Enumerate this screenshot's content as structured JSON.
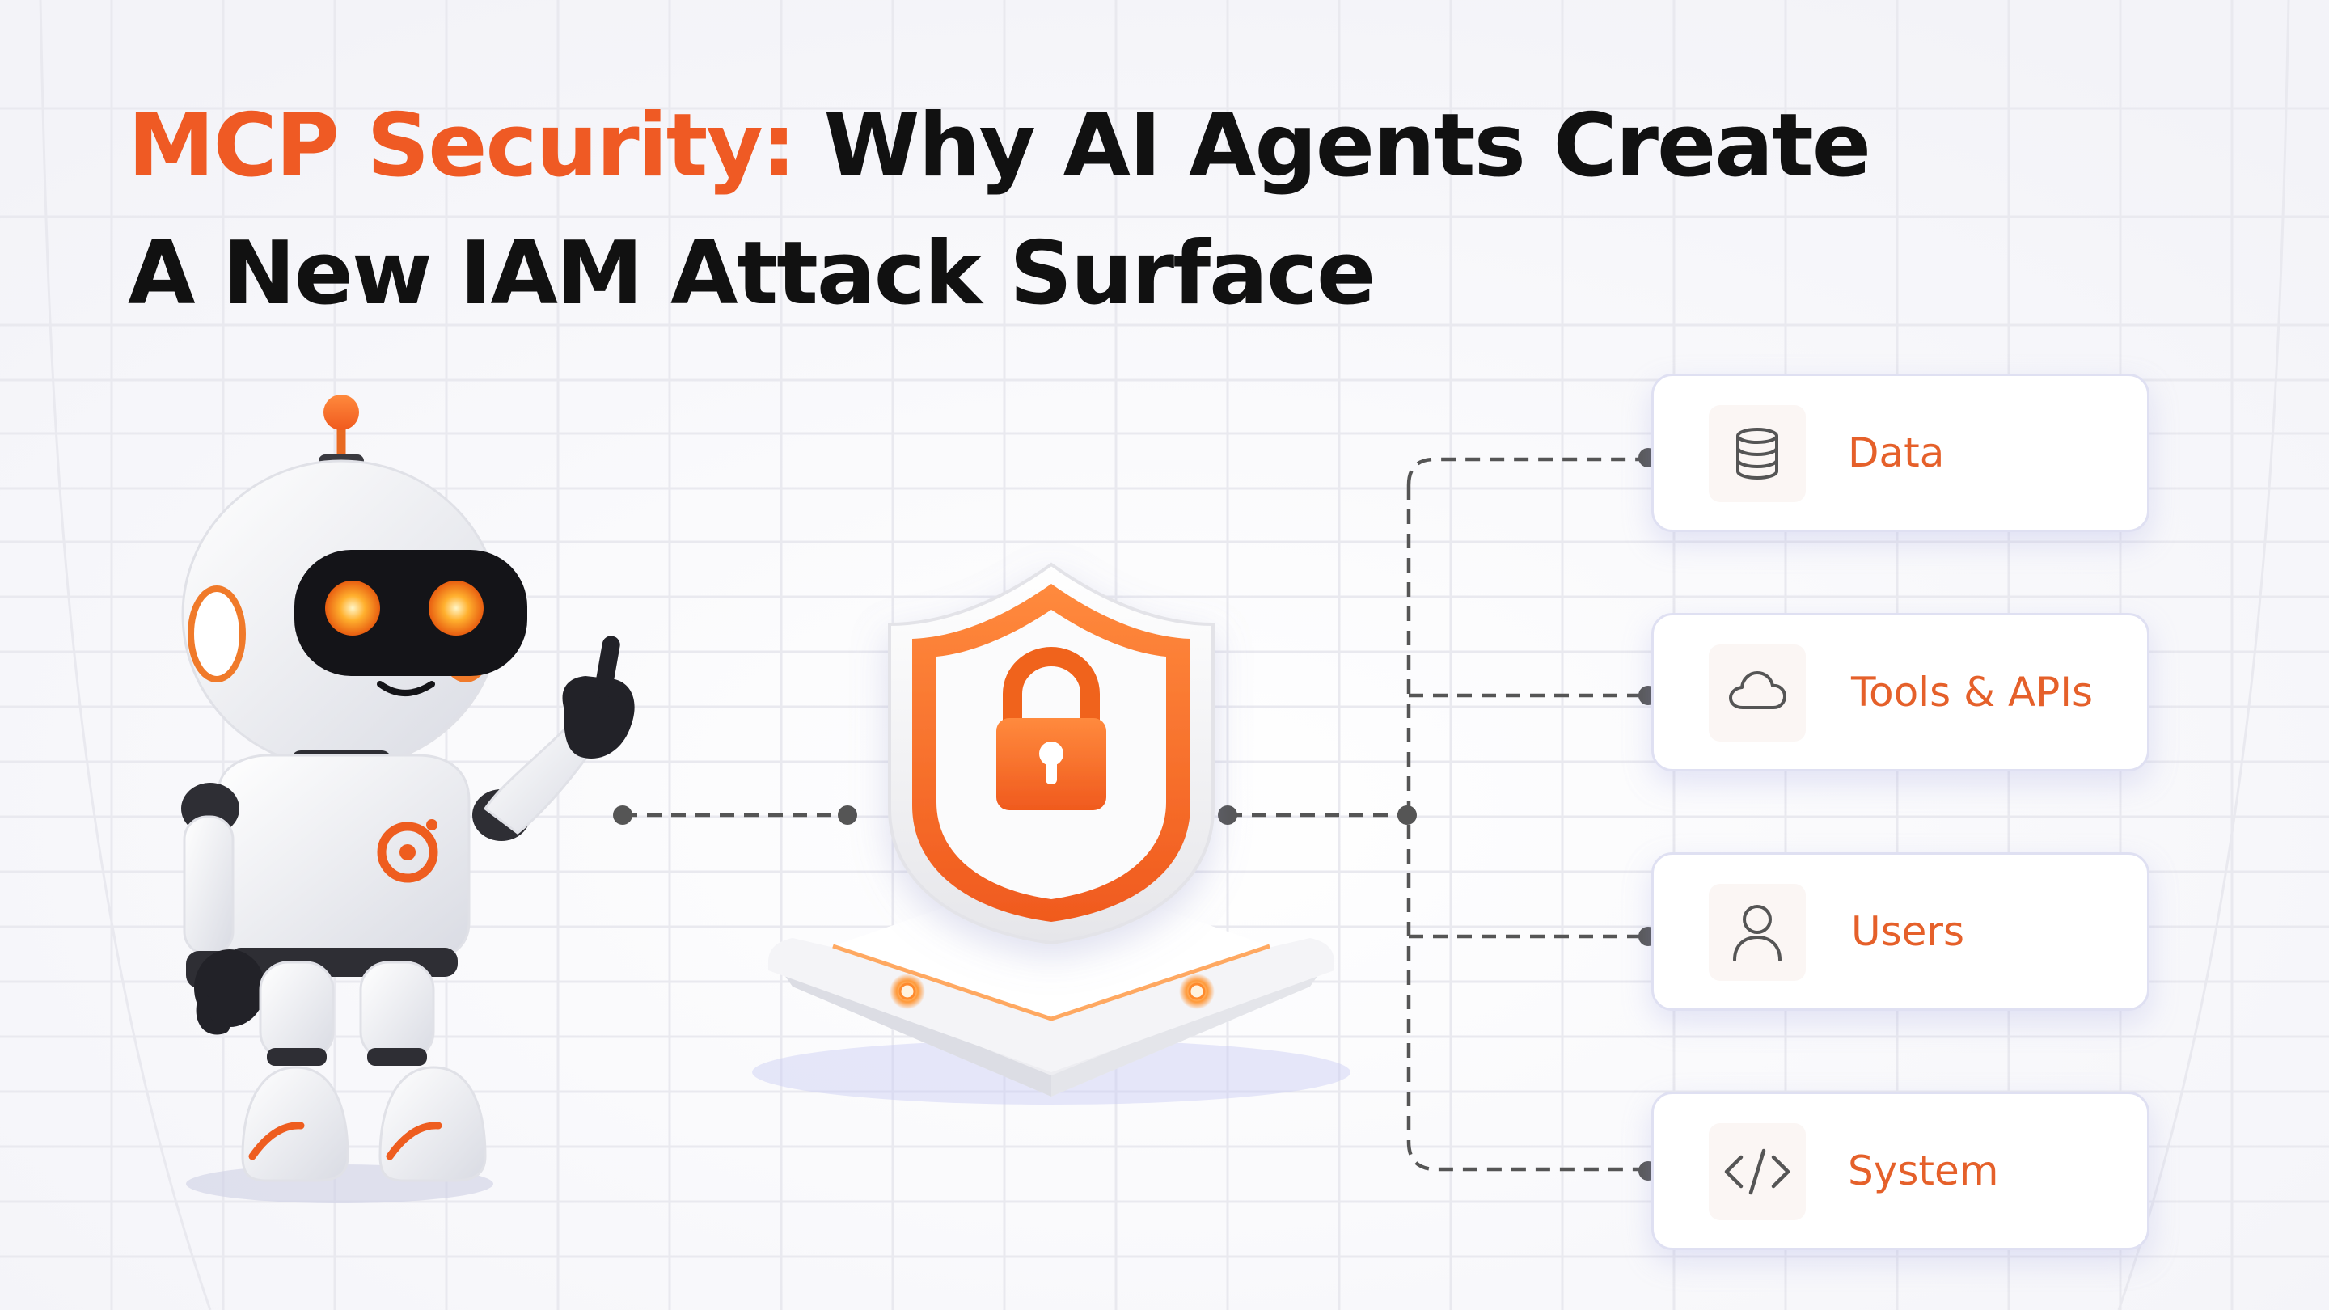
{
  "title": {
    "accent": "MCP Security:",
    "rest_line_1": "Why AI Agents Create",
    "line_2": "A New IAM Attack Surface"
  },
  "colors": {
    "accent": "#ef5a24",
    "label": "#e5602a",
    "text": "#111111",
    "connector": "#555555"
  },
  "nodes": {
    "robot": {
      "icon": "robot-icon"
    },
    "shield": {
      "icon": "shield-lock-icon"
    },
    "targets": [
      {
        "label": "Data",
        "icon": "database-icon"
      },
      {
        "label": "Tools & APIs",
        "icon": "cloud-icon"
      },
      {
        "label": "Users",
        "icon": "user-icon"
      },
      {
        "label": "System",
        "icon": "code-icon"
      }
    ]
  }
}
